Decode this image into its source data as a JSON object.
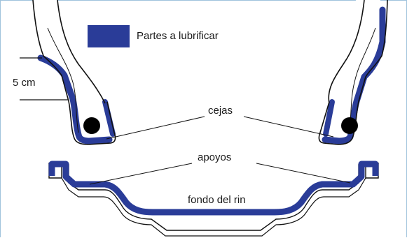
{
  "legend": {
    "swatch_color": "#2a3c98",
    "label": "Partes a lubrificar"
  },
  "labels": {
    "measurement": "5 cm",
    "beads": "cejas",
    "seats": "apoyos",
    "rim_base": "fondo del rin"
  },
  "colors": {
    "lubricate": "#2a3c98",
    "outline": "#111111",
    "frame": "#9fc3dc"
  }
}
